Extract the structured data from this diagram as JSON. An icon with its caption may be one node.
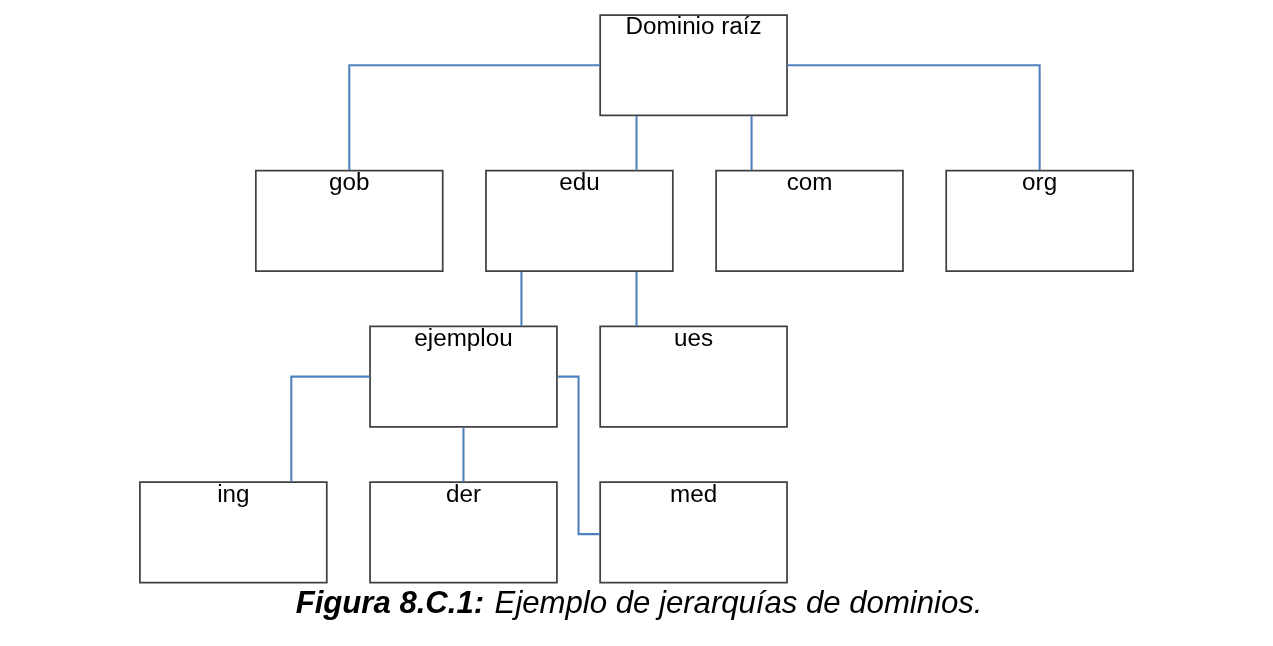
{
  "diagram": {
    "caption": "**Figura 8.C.1:** Ejemplo de jerarquías de dominios.",
    "nodes": [
      {
        "text": [
          "Dominio raíz"
        ]
      },
      {
        "text": [
          "gob"
        ]
      },
      {
        "text": [
          "edu"
        ]
      },
      {
        "text": [
          "com"
        ]
      },
      {
        "text": [
          "org"
        ]
      },
      {
        "text": [
          "ejemplou"
        ]
      },
      {
        "text": [
          "ues"
        ]
      },
      {
        "text": [
          "ing"
        ]
      },
      {
        "text": [
          "der"
        ]
      },
      {
        "text": [
          "med"
        ]
      }
    ],
    "edges": [
      {
        "from": 0,
        "to": 1,
        "arrow": "none"
      },
      {
        "from": 0,
        "to": 2,
        "arrow": "none"
      },
      {
        "from": 0,
        "to": 3,
        "arrow": "none"
      },
      {
        "from": 0,
        "to": 4,
        "arrow": "none"
      },
      {
        "from": 2,
        "to": 5,
        "arrow": "none"
      },
      {
        "from": 2,
        "to": 6,
        "arrow": "none"
      },
      {
        "from": 5,
        "to": 7,
        "arrow": "none"
      },
      {
        "from": 5,
        "to": 8,
        "arrow": "none"
      },
      {
        "from": 5,
        "to": 9,
        "arrow": "none"
      }
    ]
  }
}
